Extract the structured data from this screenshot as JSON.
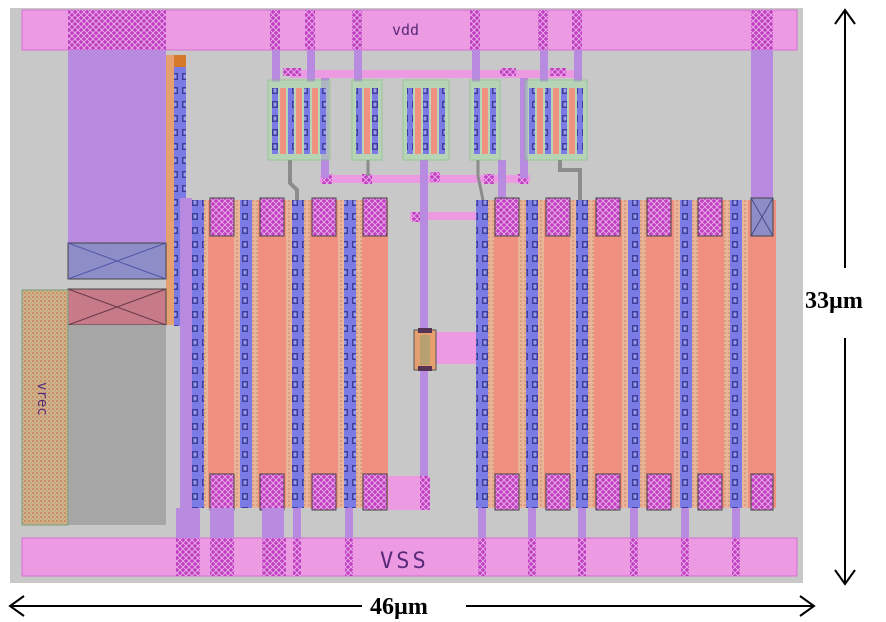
{
  "labels": {
    "vdd": "vdd",
    "vss": "VSS",
    "vrec": "vrec"
  },
  "dimensions": {
    "height": "33µm",
    "width": "46µm"
  },
  "colors": {
    "substrate": "#c8c8c8",
    "metal_pink": "#ec9ae2",
    "metal_purple": "#b98be0",
    "poly_salmon": "#f09080",
    "diff_blue": "#7070e0",
    "contact_magenta": "#b02ab0",
    "implant_orange": "#e6a070",
    "well_grey": "#a6a6a6"
  }
}
